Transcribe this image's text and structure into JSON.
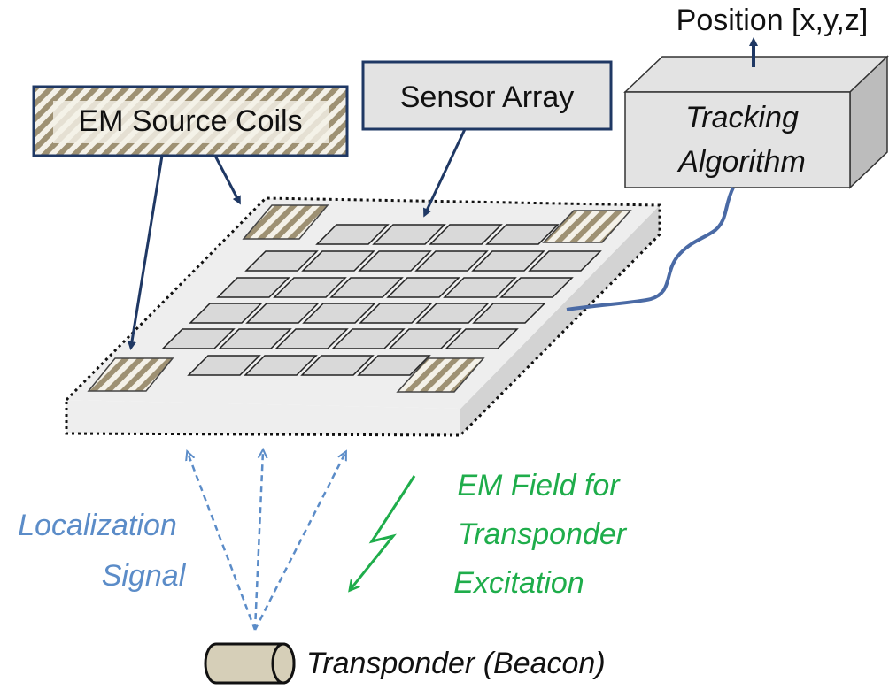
{
  "labels": {
    "source_coils": "EM Source Coils",
    "sensor_array": "Sensor Array",
    "tracking_line1": "Tracking",
    "tracking_line2": "Algorithm",
    "position": "Position [x,y,z]",
    "localization_line1": "Localization",
    "localization_line2": "Signal",
    "em_field_line1": "EM Field for",
    "em_field_line2": "Transponder",
    "em_field_line3": "Excitation",
    "transponder": "Transponder (Beacon)"
  },
  "colors": {
    "navy": "#1f3864",
    "cable": "#4a6aa5",
    "signal_blue": "#5b8cc8",
    "field_green": "#1fad4b",
    "plate_light": "#ededed",
    "plate_side": "#d3d3d3",
    "sensor_fill": "#d9d9d9",
    "coil_stripe": "#9e9173",
    "box_fill": "#e3e3e3"
  },
  "icons": {
    "coil_pattern": "diagonal-stripe-pattern",
    "transponder": "cylinder-icon"
  }
}
